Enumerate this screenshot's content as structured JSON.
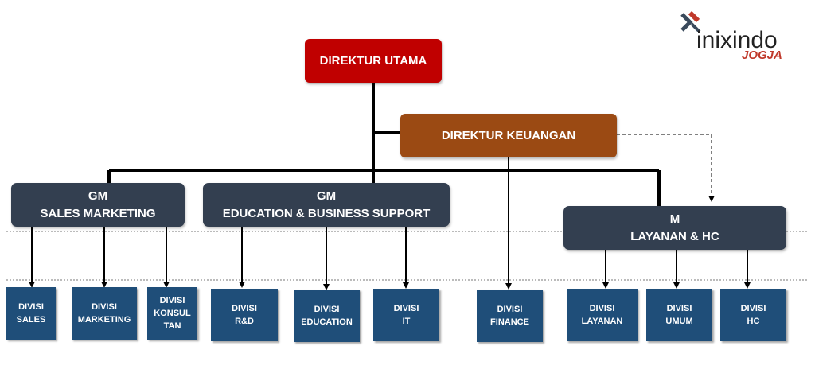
{
  "logo": {
    "word": "inixindo",
    "sub": "JOGJA",
    "mark_colors": [
      "#c0392b",
      "#3a4a5c"
    ]
  },
  "top": {
    "label": "DIREKTUR UTAMA"
  },
  "keuangan": {
    "label": "DIREKTUR KEUANGAN"
  },
  "gm_sales": {
    "line1": "GM",
    "line2": "SALES MARKETING"
  },
  "gm_edu": {
    "line1": "GM",
    "line2": "EDUCATION & BUSINESS SUPPORT"
  },
  "m_layanan": {
    "line1": "M",
    "line2": "LAYANAN & HC"
  },
  "divisions": [
    {
      "l1": "DIVISI",
      "l2": "SALES"
    },
    {
      "l1": "DIVISI",
      "l2": "MARKETING"
    },
    {
      "l1": "DIVISI",
      "l2": "KONSUL",
      "l3": "TAN"
    },
    {
      "l1": "DIVISI",
      "l2": "R&D"
    },
    {
      "l1": "DIVISI",
      "l2": "EDUCATION"
    },
    {
      "l1": "DIVISI",
      "l2": "IT"
    },
    {
      "l1": "DIVISI",
      "l2": "FINANCE"
    },
    {
      "l1": "DIVISI",
      "l2": "LAYANAN"
    },
    {
      "l1": "DIVISI",
      "l2": "UMUM"
    },
    {
      "l1": "DIVISI",
      "l2": "HC"
    }
  ],
  "colors": {
    "top": "#c00000",
    "keuangan": "#9b4a13",
    "manager": "#333f50",
    "division": "#1f4e79"
  }
}
